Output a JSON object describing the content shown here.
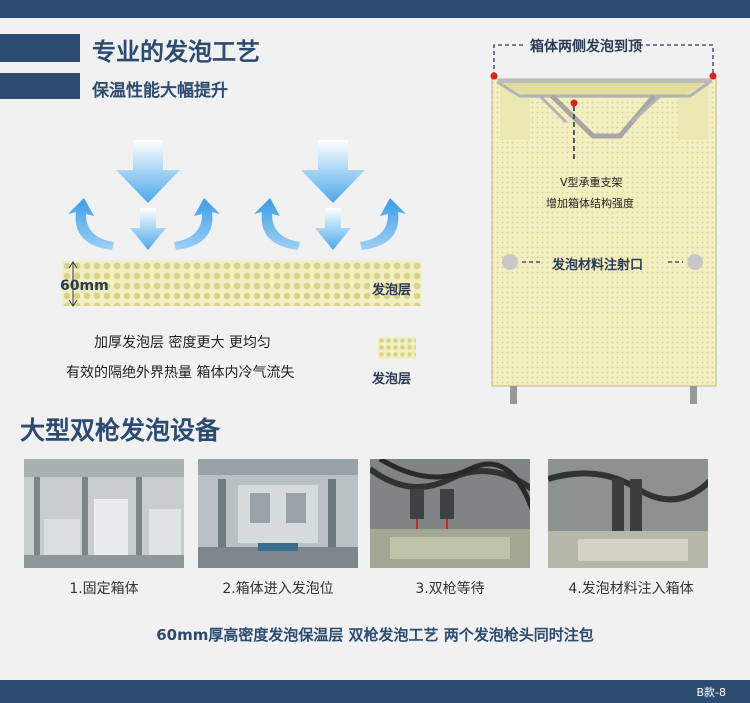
{
  "header": {
    "title": "专业的发泡工艺",
    "subtitle": "保温性能大幅提升"
  },
  "layer_diagram": {
    "thickness": "60mm",
    "layer_label": "发泡层",
    "legend_label": "发泡层",
    "notes": [
      "加厚发泡层 密度更大 更均匀",
      "有效的隔绝外界热量 箱体内冷气流失"
    ]
  },
  "box_diagram": {
    "top_label": "箱体两侧发泡到顶",
    "support_line1": "V型承重支架",
    "support_line2": "增加箱体结构强度",
    "port_label": "发泡材料注射口"
  },
  "equipment": {
    "title": "大型双枪发泡设备",
    "steps": [
      {
        "caption": "1.固定箱体"
      },
      {
        "caption": "2.箱体进入发泡位"
      },
      {
        "caption": "3.双枪等待"
      },
      {
        "caption": "4.发泡材料注入箱体"
      }
    ],
    "footer": "60mm厚高密度发泡保温层 双枪发泡工艺 两个发泡枪头同时注包"
  },
  "page_code": "B款-8",
  "colors": {
    "navy": "#2c4b70",
    "arrow_blue": "#4aa8ea",
    "foam_yellow": "#f2efc2",
    "marker_red": "#e02020"
  }
}
